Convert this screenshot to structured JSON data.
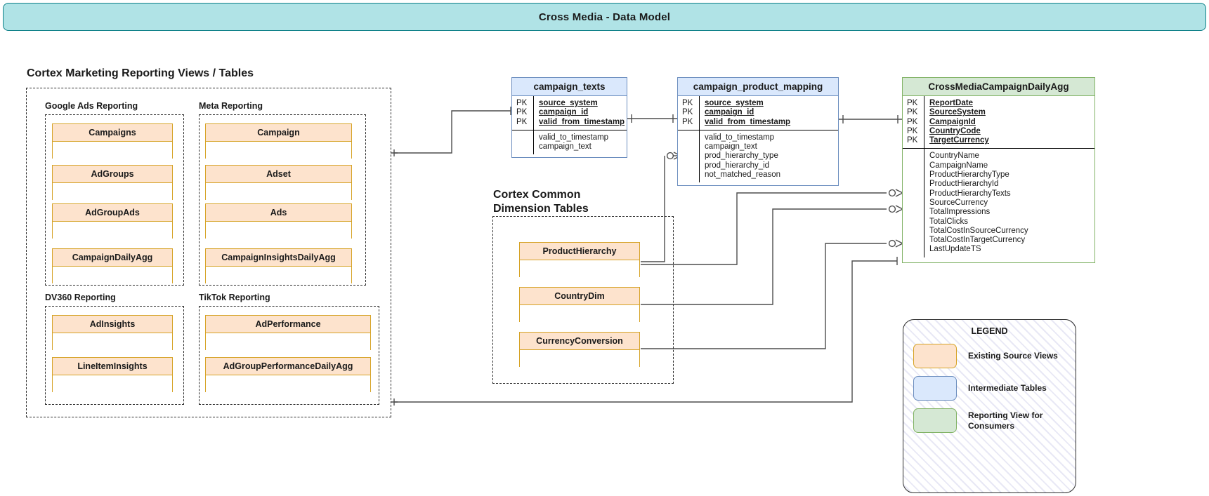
{
  "banner": {
    "title": "Cross Media - Data Model"
  },
  "sections": {
    "cortex_marketing": {
      "title": "Cortex Marketing Reporting Views / Tables"
    },
    "cortex_common": {
      "title": "Cortex Common\nDimension Tables"
    }
  },
  "source_groups": [
    {
      "title": "Google Ads Reporting",
      "views": [
        "Campaigns",
        "AdGroups",
        "AdGroupAds",
        "CampaignDailyAgg"
      ]
    },
    {
      "title": "Meta Reporting",
      "views": [
        "Campaign",
        "Adset",
        "Ads",
        "CampaignInsightsDailyAgg"
      ]
    },
    {
      "title": "DV360 Reporting",
      "views": [
        "AdInsights",
        "LineItemInsights"
      ]
    },
    {
      "title": "TikTok Reporting",
      "views": [
        "AdPerformance",
        "AdGroupPerformanceDailyAgg"
      ]
    }
  ],
  "dimension_tables": [
    "ProductHierarchy",
    "CountryDim",
    "CurrencyConversion"
  ],
  "entities": {
    "campaign_texts": {
      "name": "campaign_texts",
      "keys": [
        "source_system",
        "campaign_id",
        "valid_from_timestamp"
      ],
      "attributes": [
        "valid_to_timestamp",
        "campaign_text"
      ],
      "key_label": "PK"
    },
    "campaign_product_mapping": {
      "name": "campaign_product_mapping",
      "keys": [
        "source_system",
        "campaign_id",
        "valid_from_timestamp"
      ],
      "attributes": [
        "valid_to_timestamp",
        "campaign_text",
        "prod_hierarchy_type",
        "prod_hierarchy_id",
        "not_matched_reason"
      ],
      "key_label": "PK"
    },
    "cross_media_campaign_daily_agg": {
      "name": "CrossMediaCampaignDailyAgg",
      "keys": [
        "ReportDate",
        "SourceSystem",
        "CampaignId",
        "CountryCode",
        "TargetCurrency"
      ],
      "attributes": [
        "CountryName",
        "CampaignName",
        "ProductHierarchyType",
        "ProductHierarchyId",
        "ProductHierarchyTexts",
        "SourceCurrency",
        "TotalImpressions",
        "TotalClicks",
        "TotalCostInSourceCurrency",
        "TotalCostInTargetCurrency",
        "LastUpdateTS"
      ],
      "key_label": "PK"
    }
  },
  "legend": {
    "title": "LEGEND",
    "items": [
      {
        "swatch": "orange",
        "label": "Existing Source Views"
      },
      {
        "swatch": "blue",
        "label": "Intermediate Tables"
      },
      {
        "swatch": "green",
        "label": "Reporting View for\nConsumers"
      }
    ]
  },
  "colors": {
    "banner_fill": "#b0e3e6",
    "banner_stroke": "#0e8088",
    "orange_fill": "#fde3cd",
    "orange_stroke": "#d6a326",
    "blue_fill": "#dae8fc",
    "blue_stroke": "#6c8ebf",
    "green_fill": "#d5e8d4",
    "green_stroke": "#82b366"
  }
}
